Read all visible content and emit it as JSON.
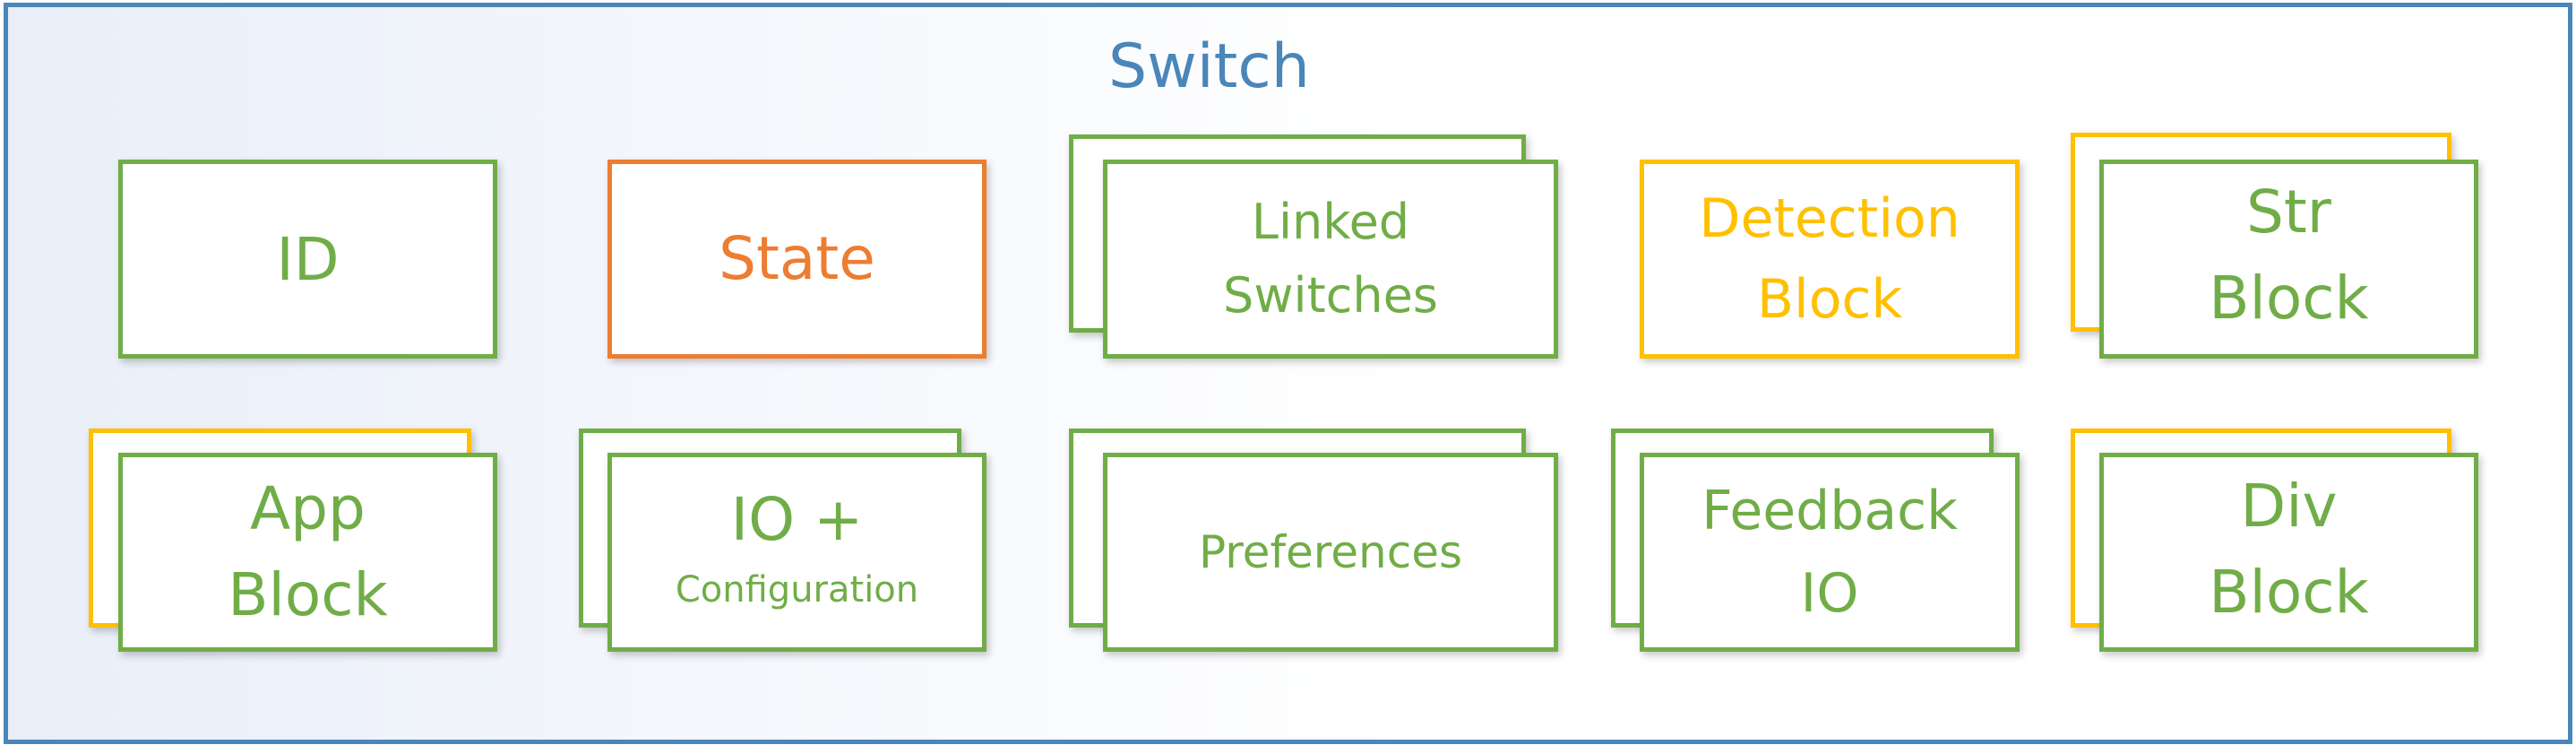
{
  "title": "Switch",
  "colors": {
    "frame": "#4a86b9",
    "green": "#70ad47",
    "orange": "#ed7d31",
    "yellow": "#ffc000"
  },
  "blocks": [
    {
      "lines": [
        "ID"
      ],
      "color": "green",
      "stacked": false
    },
    {
      "lines": [
        "State"
      ],
      "color": "orange",
      "stacked": false
    },
    {
      "lines": [
        "Linked",
        "Switches"
      ],
      "color": "green",
      "stacked": true,
      "back_color": "green"
    },
    {
      "lines": [
        "Detection",
        "Block"
      ],
      "color": "yellow",
      "stacked": false
    },
    {
      "lines": [
        "Str",
        "Block"
      ],
      "color": "green",
      "stacked": true,
      "back_color": "yellow"
    },
    {
      "lines": [
        "App",
        "Block"
      ],
      "color": "green",
      "stacked": true,
      "back_color": "yellow"
    },
    {
      "lines": [
        "IO +",
        "Configuration"
      ],
      "color": "green",
      "stacked": true,
      "back_color": "green"
    },
    {
      "lines": [
        "Preferences"
      ],
      "color": "green",
      "stacked": true,
      "back_color": "green"
    },
    {
      "lines": [
        "Feedback",
        "IO"
      ],
      "color": "green",
      "stacked": true,
      "back_color": "green"
    },
    {
      "lines": [
        "Div",
        "Block"
      ],
      "color": "green",
      "stacked": true,
      "back_color": "yellow"
    }
  ]
}
